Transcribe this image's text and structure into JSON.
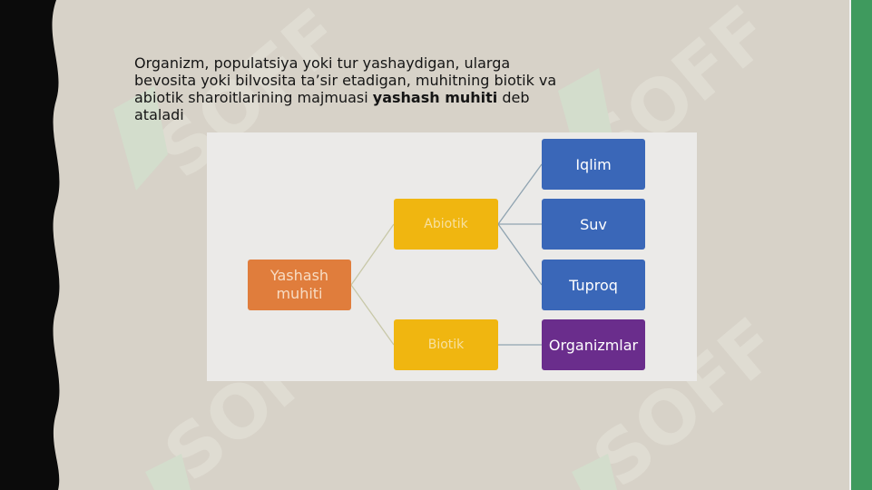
{
  "slide": {
    "text_part1": "Organizm, populatsiya yoki tur yashaydigan, ularga bevosita yoki bilvosita ta’sir etadigan, muhitning biotik va abiotik sharoitlarining majmuasi ",
    "text_bold": "yashash muhiti",
    "text_part2": " deb ataladi"
  },
  "diagram": {
    "root": {
      "line1": "Yashash",
      "line2": "muhiti"
    },
    "level1": {
      "abiotik": "Abiotik",
      "biotik": "Biotik"
    },
    "level2": {
      "iqlim": "Iqlim",
      "suv": "Suv",
      "tuproq": "Tuproq",
      "organizmlar": "Organizmlar"
    }
  },
  "watermark": {
    "text": "SOFF"
  },
  "colors": {
    "background": "#d7d2c8",
    "root_node": "#e07d3c",
    "middle_nodes": "#f0b610",
    "abiotic_children": "#3a67b8",
    "organizmlar": "#6a2d8c",
    "right_bar": "#3f9a5e"
  }
}
